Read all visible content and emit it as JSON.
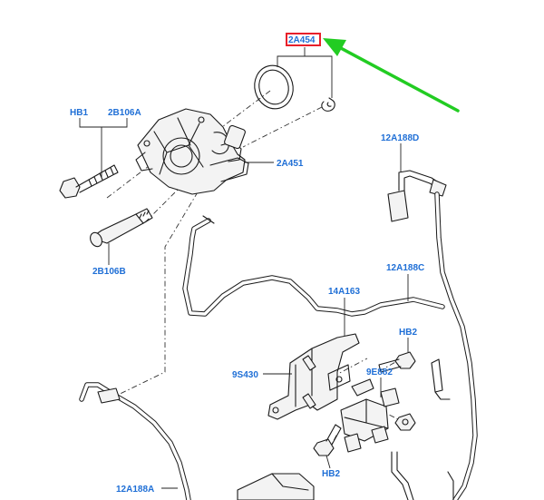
{
  "callouts": {
    "vacuum_pump_seal": "2A454",
    "bolt_group_hb1": "HB1",
    "bolt_group_2b106a": "2B106A",
    "vacuum_pump": "2A451",
    "pump_stud": "2B106B",
    "vacuum_hose_d": "12A188D",
    "vacuum_hose_c": "12A188C",
    "bracket": "14A163",
    "bolt_hb2_upper": "HB2",
    "solenoid_valve": "9E882",
    "mounting_bracket": "9S430",
    "bolt_hb2_lower": "HB2",
    "vacuum_hose_a": "12A188A"
  },
  "colors": {
    "callout_text": "#1f6fd6",
    "highlight_box": "#e8202a",
    "arrow": "#22cc22",
    "line_art": "#1a1a1a"
  }
}
